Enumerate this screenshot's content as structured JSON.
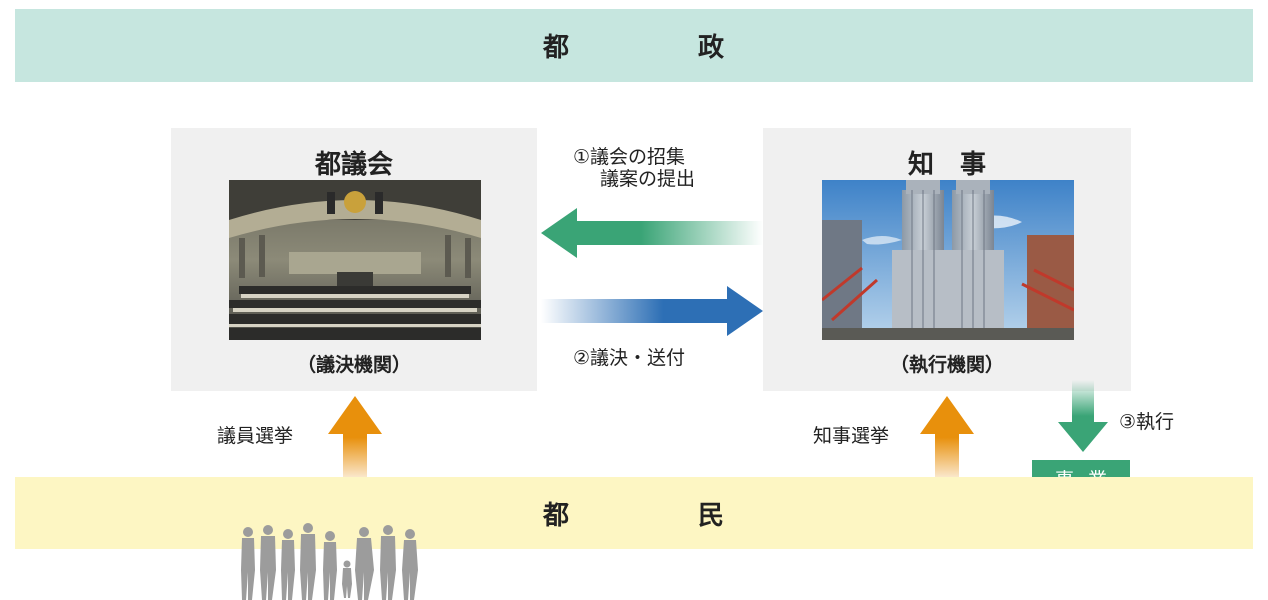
{
  "top_band": {
    "char1": "都",
    "char2": "政"
  },
  "bottom_band": {
    "char1": "都",
    "char2": "民"
  },
  "assembly": {
    "title": "都議会",
    "caption": "（議決機関）"
  },
  "governor": {
    "title": "知　事",
    "caption": "（執行機関）"
  },
  "arrow_to_assembly": {
    "label_line1": "①議会の招集",
    "label_line2": "議案の提出",
    "color": "#3aa476"
  },
  "arrow_to_governor": {
    "label": "②議決・送付",
    "color": "#2d6fb5"
  },
  "execution": {
    "label": "③執行",
    "box": "事業",
    "color": "#3aa476"
  },
  "elections": {
    "assembly_label": "議員選挙",
    "governor_label": "知事選挙",
    "color": "#e8900c"
  }
}
